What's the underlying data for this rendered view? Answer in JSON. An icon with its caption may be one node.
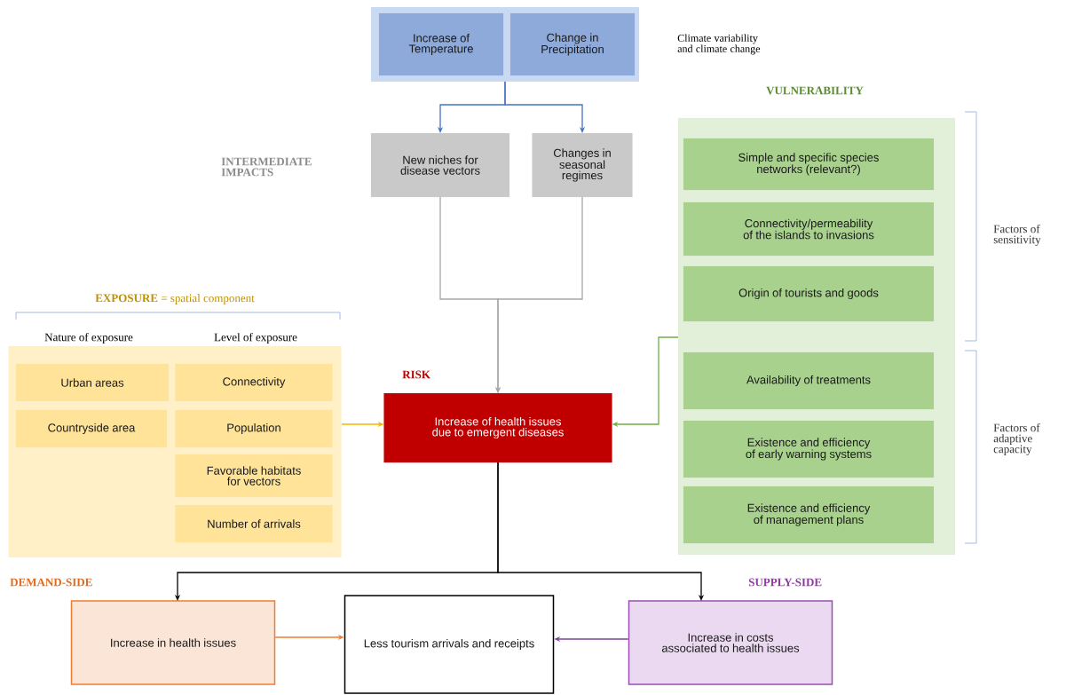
{
  "diagram": {
    "nodes": [
      {
        "text": [],
        "shape": "box",
        "beside": [
          "Climate variability and climate change"
        ]
      },
      {
        "text": [
          "Increase of Temperature"
        ],
        "in": 0
      },
      {
        "text": [
          "Change in Precipitation"
        ],
        "in": 0
      },
      {
        "text": [
          "New niches for disease vectors"
        ]
      },
      {
        "text": [
          "Changes in seasonal regimes"
        ]
      },
      {
        "text": [
          "**EXPOSURE** = spatial component",
          "Nature of exposure",
          "Level of exposure"
        ]
      },
      {
        "text": [
          "Urban areas"
        ],
        "in": 5
      },
      {
        "text": [
          "Connectivity"
        ],
        "in": 5
      },
      {
        "text": [
          "Countryside area"
        ],
        "in": 5
      },
      {
        "text": [
          "Population"
        ],
        "in": 5
      },
      {
        "text": [
          "Favorable habitats for vectors"
        ],
        "in": 5
      },
      {
        "text": [
          "Number of arrivals"
        ],
        "in": 5
      },
      {
        "text": [
          "RISK",
          "Increase of health issues due to emergent diseases"
        ]
      },
      {
        "text": [
          "VULNERABILITY"
        ]
      },
      {
        "text": [
          "Simple and specific species networks (relevant?)"
        ],
        "in": 13
      },
      {
        "text": [
          "Connectivity/permeability of the islands to invasions"
        ],
        "in": 13
      },
      {
        "text": [
          "Origin of tourists and goods"
        ],
        "in": 13
      },
      {
        "text": [
          "Availability of treatments"
        ],
        "in": 13
      },
      {
        "text": [
          "Existence and efficiency of early warning systems"
        ],
        "in": 13
      },
      {
        "text": [
          "Existence and efficiency of management plans"
        ],
        "in": 13
      },
      {
        "text": [
          "DEMAND-SIDE",
          "Increase in health issues"
        ]
      },
      {
        "text": [
          "Less tourism arrivals and receipts"
        ]
      },
      {
        "text": [
          "SUPPLY-SIDE",
          "Increase in costs associated to health issues"
        ]
      }
    ],
    "edges": [
      {
        "from": 0,
        "to": 3,
        "arrow": "to",
        "color": "#4472c4"
      },
      {
        "from": 0,
        "to": 4,
        "arrow": "to",
        "color": "#4472c4"
      },
      {
        "from": 3,
        "to": 12,
        "arrow": "to",
        "color": "#a6a6a6"
      },
      {
        "from": 4,
        "to": 12,
        "arrow": "to",
        "color": "#a6a6a6"
      },
      {
        "from": 5,
        "to": 12,
        "arrow": "to",
        "color": "#f5b400"
      },
      {
        "from": 13,
        "to": 12,
        "arrow": "to",
        "color": "#70ad47"
      },
      {
        "from": 12,
        "to": 20,
        "arrow": "to",
        "color": "#000000"
      },
      {
        "from": 12,
        "to": 22,
        "arrow": "to",
        "color": "#000000"
      },
      {
        "from": 20,
        "to": 21,
        "arrow": "to",
        "color": "#ed7d31"
      },
      {
        "from": 22,
        "to": 21,
        "arrow": "to",
        "color": "#7f3f98"
      }
    ],
    "labels": [
      "INTERMEDIATE IMPACTS",
      "Factors of sensitivity",
      "Factors of adaptive capacity"
    ]
  }
}
